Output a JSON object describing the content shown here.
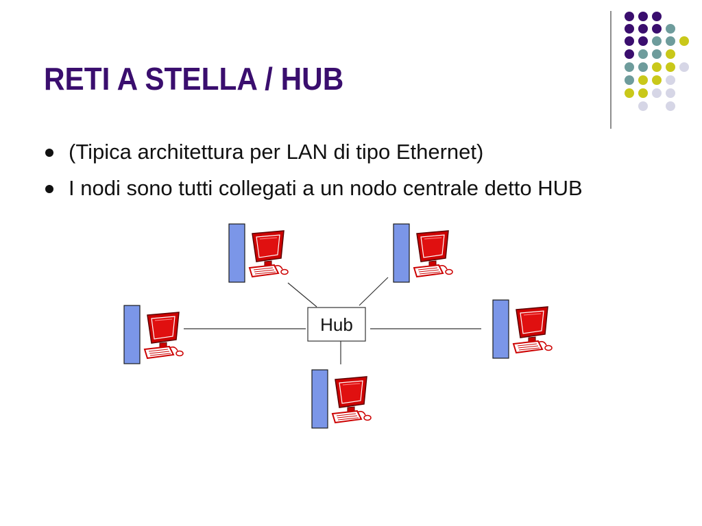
{
  "slide": {
    "title": "RETI A STELLA / HUB",
    "bullets": [
      "(Tipica architettura per LAN di tipo Ethernet)",
      "I nodi sono tutti collegati a un nodo centrale detto HUB"
    ]
  },
  "diagram": {
    "hub_label": "Hub",
    "nodes": [
      "computer-top-left",
      "computer-top-right",
      "computer-left",
      "computer-right",
      "computer-bottom"
    ]
  },
  "colors": {
    "title": "#3a0e6e",
    "tower": "#7b96e8",
    "monitor": "#cc0000",
    "dot_purple": "#3a0e6e",
    "dot_teal": "#6e9c9c",
    "dot_yellow": "#c9c81a",
    "dot_lavender": "#d6d6e6"
  }
}
